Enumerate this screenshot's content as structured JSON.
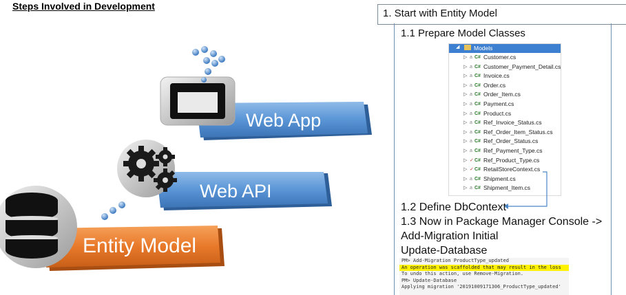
{
  "title": "Steps Involved in Development",
  "diagram": {
    "layers": [
      "Entity Model",
      "Web API",
      "Web App"
    ],
    "colors": {
      "entity": "#e8792a",
      "api_app": "#5a95d6"
    }
  },
  "steps": {
    "s1": "1. Start with Entity Model",
    "s11": "1.1 Prepare Model Classes",
    "s12": "1.2 Define DbContext",
    "s13": "1.3 Now in Package Manager Console ->",
    "cmd1": "Add-Migration Initial",
    "cmd2": "Update-Database"
  },
  "tree": {
    "folder": "Models",
    "files": [
      "Customer.cs",
      "Customer_Payment_Detail.cs",
      "Invoice.cs",
      "Order.cs",
      "Order_Item.cs",
      "Payment.cs",
      "Product.cs",
      "Ref_Invoice_Status.cs",
      "Ref_Order_Item_Status.cs",
      "Ref_Order_Status.cs",
      "Ref_Payment_Type.cs",
      "Ref_Product_Type.cs",
      "RetailStoreContext.cs",
      "Shipment.cs",
      "Shipment_Item.cs"
    ]
  },
  "console": {
    "lines": [
      "PM> Add-Migration ProductType_updated",
      "An operation was scaffolded that may result in the loss",
      "To undo this action, use Remove-Migration.",
      "PM> Update-Database",
      "Applying migration '20191009171306_ProductType_updated'"
    ]
  }
}
